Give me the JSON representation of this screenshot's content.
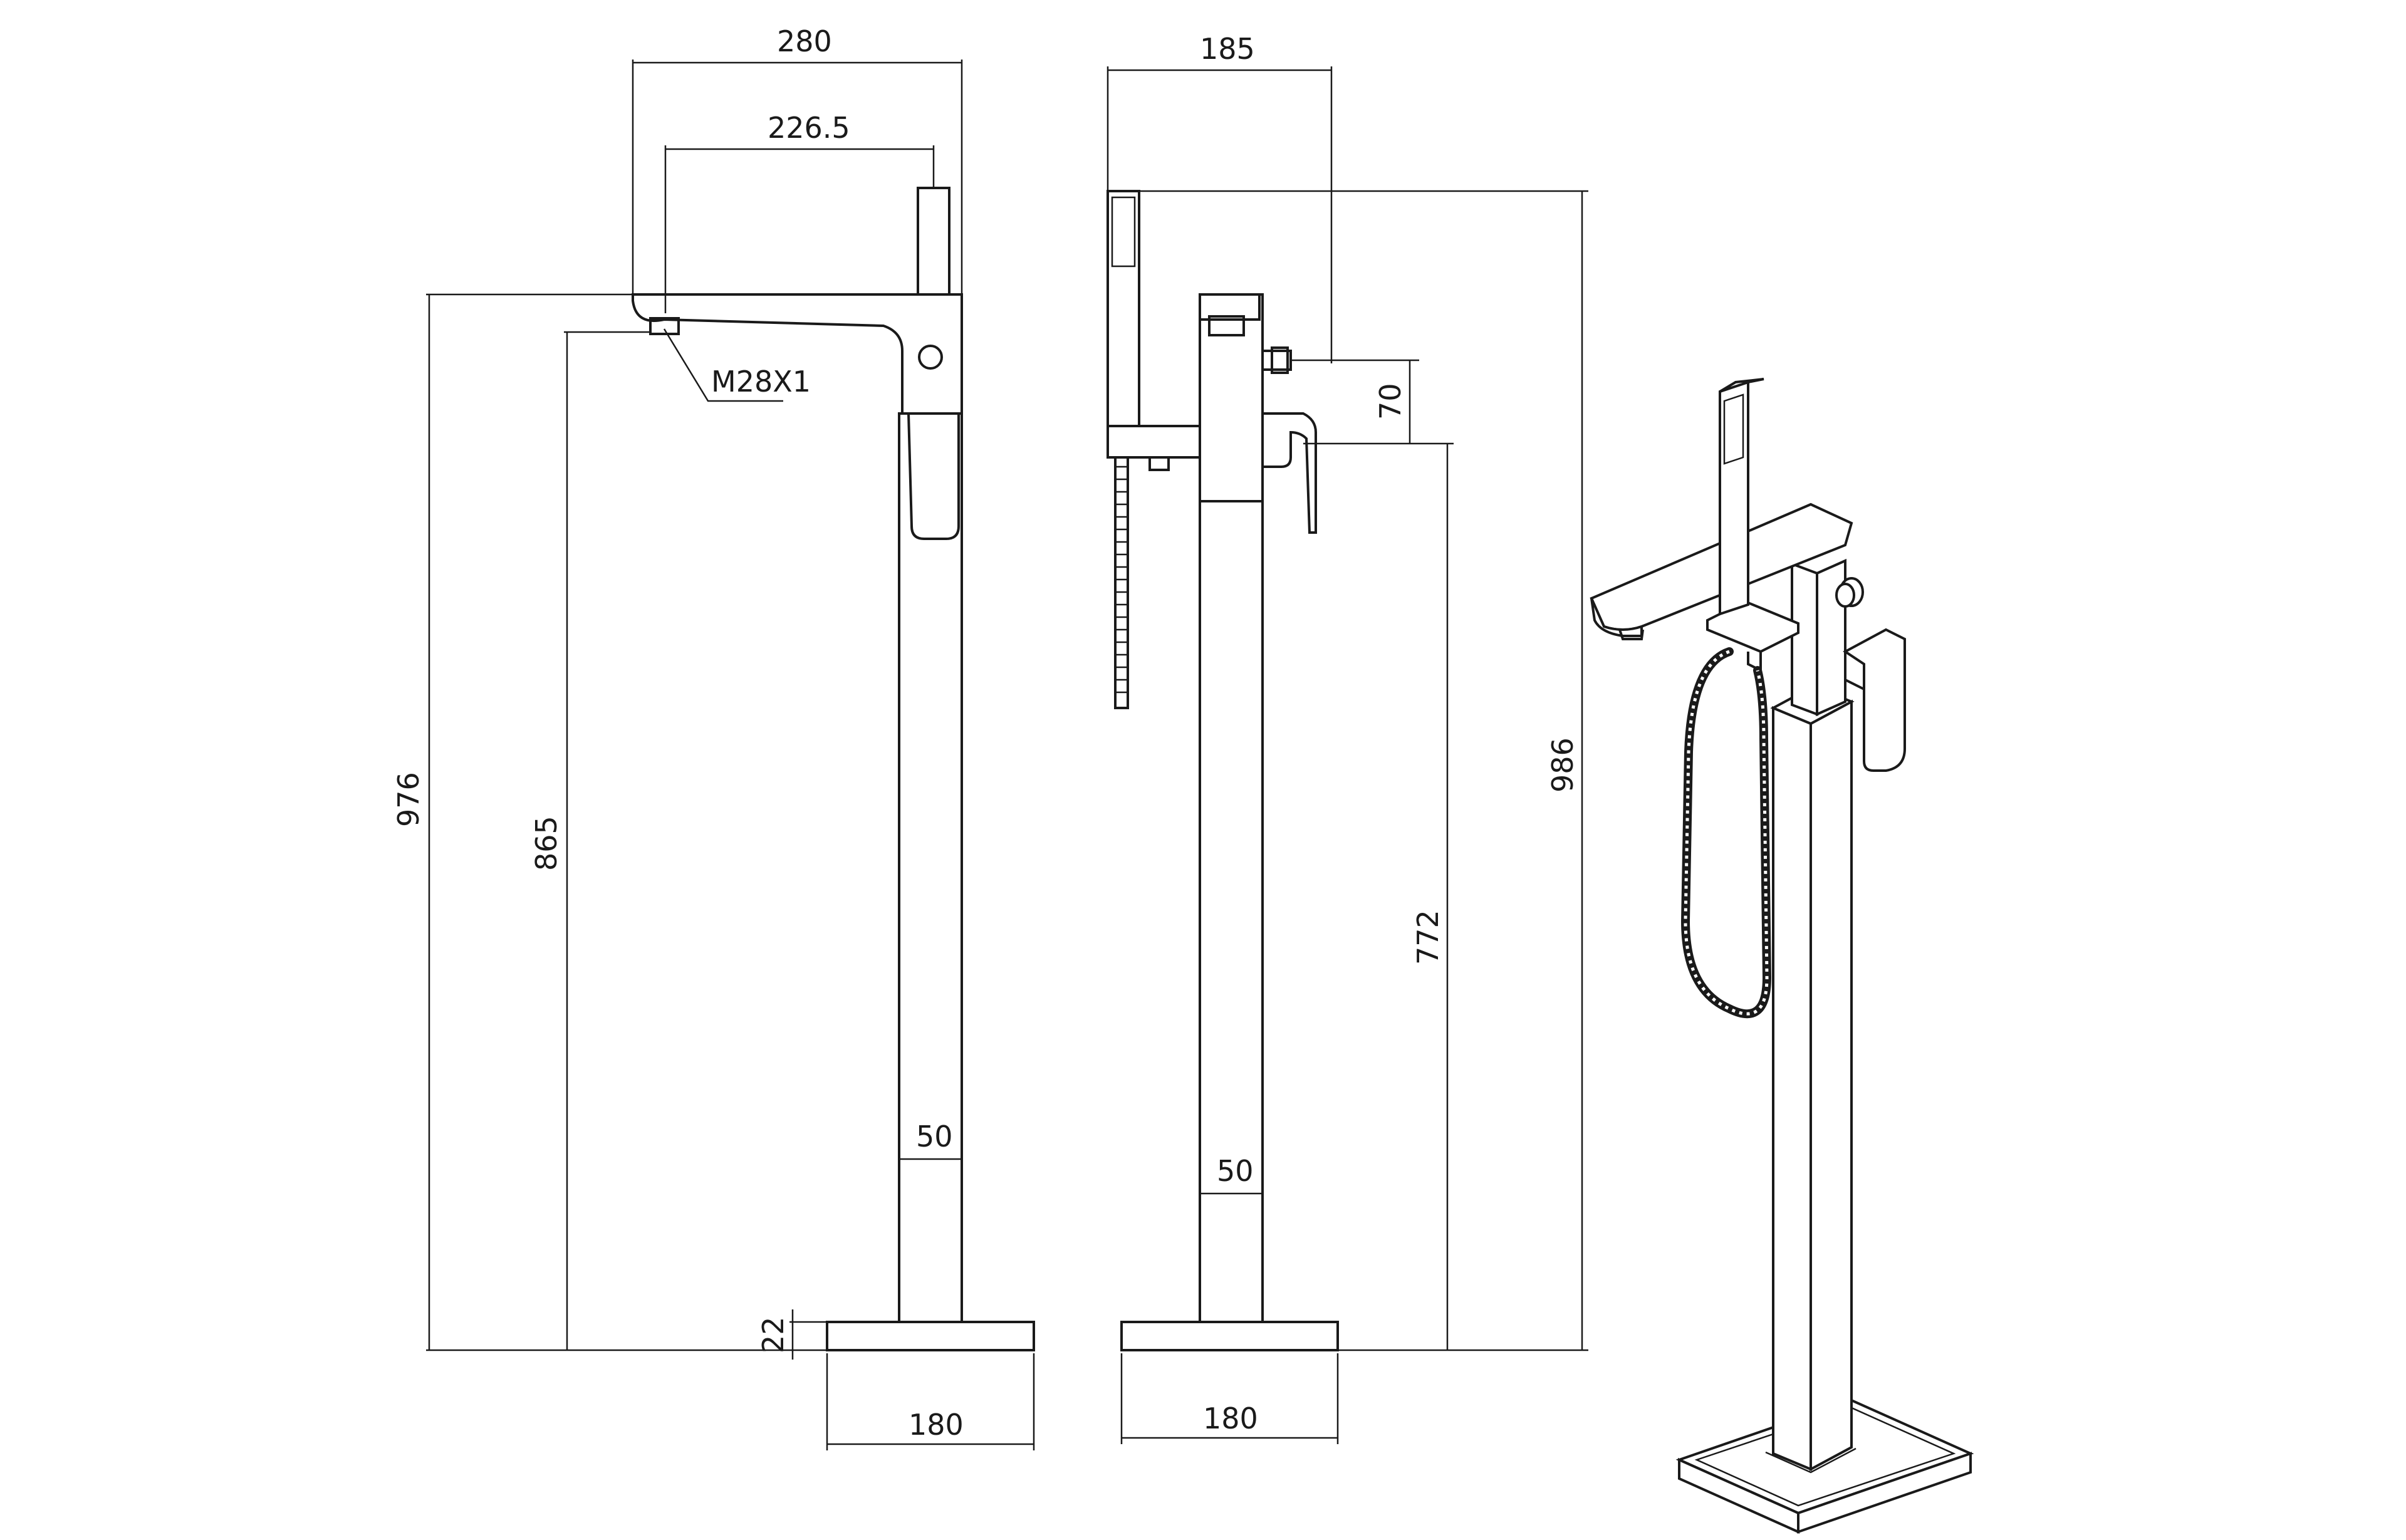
{
  "dimensions": {
    "front_overall_width": "280",
    "front_spout_reach": "226.5",
    "front_thread": "M28X1",
    "front_total_height": "976",
    "front_spout_height": "865",
    "front_pillar_width": "50",
    "front_base_height": "22",
    "front_base_width": "180",
    "side_overall_depth": "185",
    "side_offset_height": "70",
    "side_handle_height": "772",
    "side_total_height": "986",
    "side_pillar_width": "50",
    "side_base_width": "180"
  },
  "colors": {
    "line": "#1a1a1a",
    "background": "#ffffff"
  }
}
